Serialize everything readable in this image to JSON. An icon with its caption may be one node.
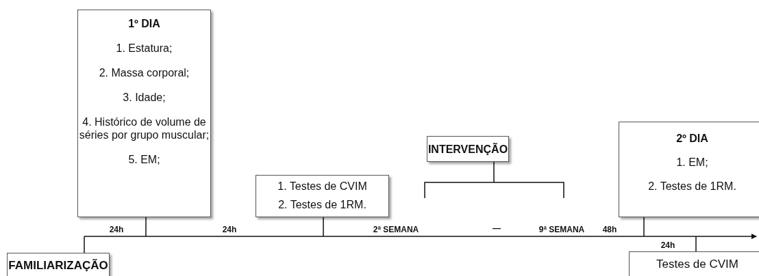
{
  "diagram": {
    "nodes": [
      {
        "text": [
          "1º DIA",
          "1. Estatura;",
          "2. Massa corporal;",
          "3. Idade;",
          "4. Histórico de volume de séries por grupo muscular;",
          "5. EM;"
        ]
      },
      {
        "text": [
          "1. Testes de CVIM",
          "2. Testes de 1RM."
        ]
      },
      {
        "text": [
          "INTERVENÇÃO"
        ]
      },
      {
        "text": [
          "2º DIA",
          "1. EM;",
          "2. Testes de 1RM."
        ]
      },
      {
        "text": [
          "FAMILIARIZAÇÃO"
        ]
      },
      {
        "text": [
          "Testes de CVIM"
        ]
      },
      {
        "text": [],
        "shape": "line"
      },
      {
        "text": [],
        "shape": "bracket"
      }
    ],
    "edges": [
      {
        "from": 0,
        "to": 6,
        "arrow": "none"
      },
      {
        "from": 1,
        "to": 6,
        "arrow": "none"
      },
      {
        "from": 2,
        "to": 7,
        "arrow": "none"
      },
      {
        "from": 3,
        "to": 6,
        "arrow": "none"
      },
      {
        "from": 4,
        "to": 6,
        "arrow": "none"
      },
      {
        "from": 5,
        "to": 6,
        "arrow": "none"
      }
    ],
    "labels": [
      "24h",
      "24h",
      "2ª SEMANA",
      "—",
      "9ª SEMANA",
      "48h",
      "24h"
    ]
  }
}
